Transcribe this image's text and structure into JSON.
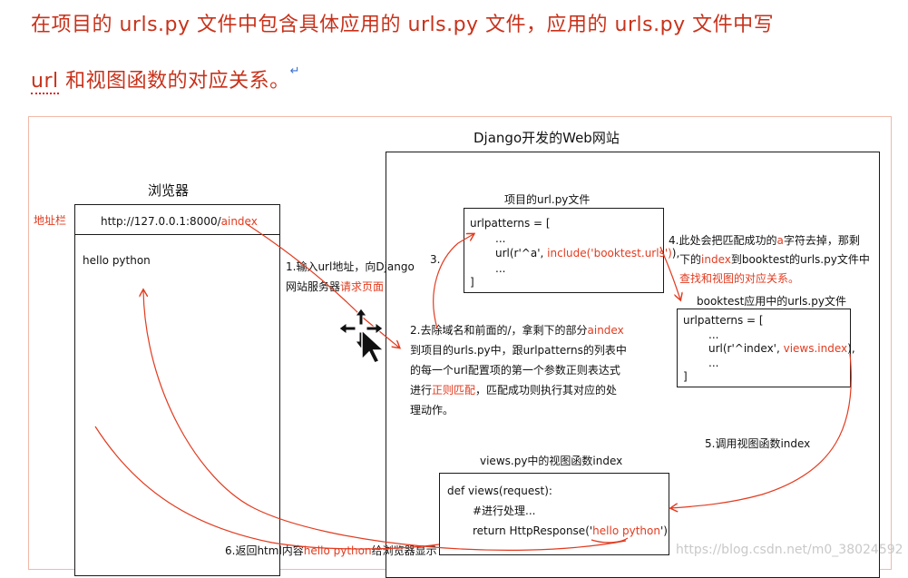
{
  "header": {
    "line1": "在项目的 urls.py 文件中包含具体应用的 urls.py 文件，应用的 urls.py 文件中写",
    "line2_word": "url",
    "line2_rest": " 和视图函数的对应关系。",
    "line2_mark": "↵"
  },
  "diagram": {
    "site_title": "Django开发的Web网站",
    "browser": {
      "title": "浏览器",
      "addr_label": "地址栏",
      "url_prefix": "http://127.0.0.1:8000/",
      "url_highlight": "aindex",
      "content": "hello python"
    },
    "project_urls": {
      "title": "项目的url.py文件",
      "lines": [
        "urlpatterns = [",
        "...",
        "url(r'^a', ",
        "include('booktest.urls')",
        "),",
        "...",
        "]"
      ]
    },
    "app_urls": {
      "title": "booktest应用中的urls.py文件",
      "lines": [
        "urlpatterns = [",
        "...",
        "url(r'^index', ",
        "views.index",
        "),",
        "...",
        "]"
      ]
    },
    "views": {
      "title": "views.py中的视图函数index",
      "lines": [
        "def views(request):",
        "#进行处理...",
        "return HttpResponse('",
        "hello python",
        "')"
      ]
    },
    "steps": {
      "s1_a": "1.输入url地址，向Django",
      "s1_b": "网站服务器",
      "s1_b_red": "请求页面",
      "s2_a": "2.去除域名和前面的/，拿剩下的部分",
      "s2_a_red": "aindex",
      "s2_b": "到项目的urls.py中，跟urlpatterns的列表中",
      "s2_c": "的每一个url配置项的第一个参数正则表达式",
      "s2_d1": "进行",
      "s2_d_red": "正则匹配",
      "s2_d2": "，匹配成功则执行其对应的处",
      "s2_e": "理动作。",
      "s3": "3.",
      "s4_a1": "4.此处会把匹配成功的",
      "s4_a_red": "a",
      "s4_a2": "字符去掉，那剩",
      "s4_b1": "下的",
      "s4_b_red": "index",
      "s4_b2": "到booktest的urls.py文件中",
      "s4_c_red": "查找和视图的对应关系。",
      "s5": "5.调用视图函数index",
      "s6_a": "6.返回html内容",
      "s6_red": "hello python",
      "s6_b": "给浏览器显示"
    },
    "watermark": "https://blog.csdn.net/m0_38024592"
  }
}
